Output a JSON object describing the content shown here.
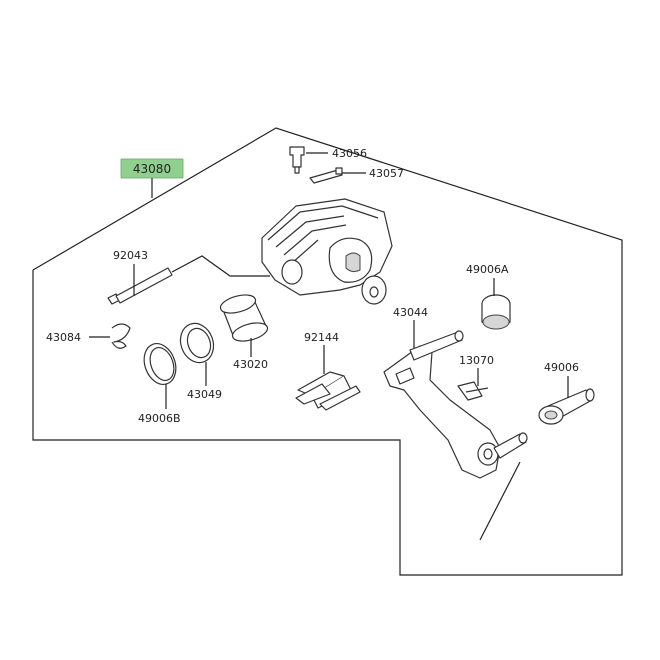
{
  "highlight_color": "#8fd08f",
  "assembly": {
    "number": "43080"
  },
  "parts": [
    {
      "id": "p43056",
      "number": "43056"
    },
    {
      "id": "p43057",
      "number": "43057"
    },
    {
      "id": "p92043",
      "number": "92043"
    },
    {
      "id": "p43084",
      "number": "43084"
    },
    {
      "id": "p43020",
      "number": "43020"
    },
    {
      "id": "p43049",
      "number": "43049"
    },
    {
      "id": "p49006B",
      "number": "49006B"
    },
    {
      "id": "p92144",
      "number": "92144"
    },
    {
      "id": "p43044",
      "number": "43044"
    },
    {
      "id": "p49006A",
      "number": "49006A"
    },
    {
      "id": "p13070",
      "number": "13070"
    },
    {
      "id": "p49006",
      "number": "49006"
    }
  ]
}
